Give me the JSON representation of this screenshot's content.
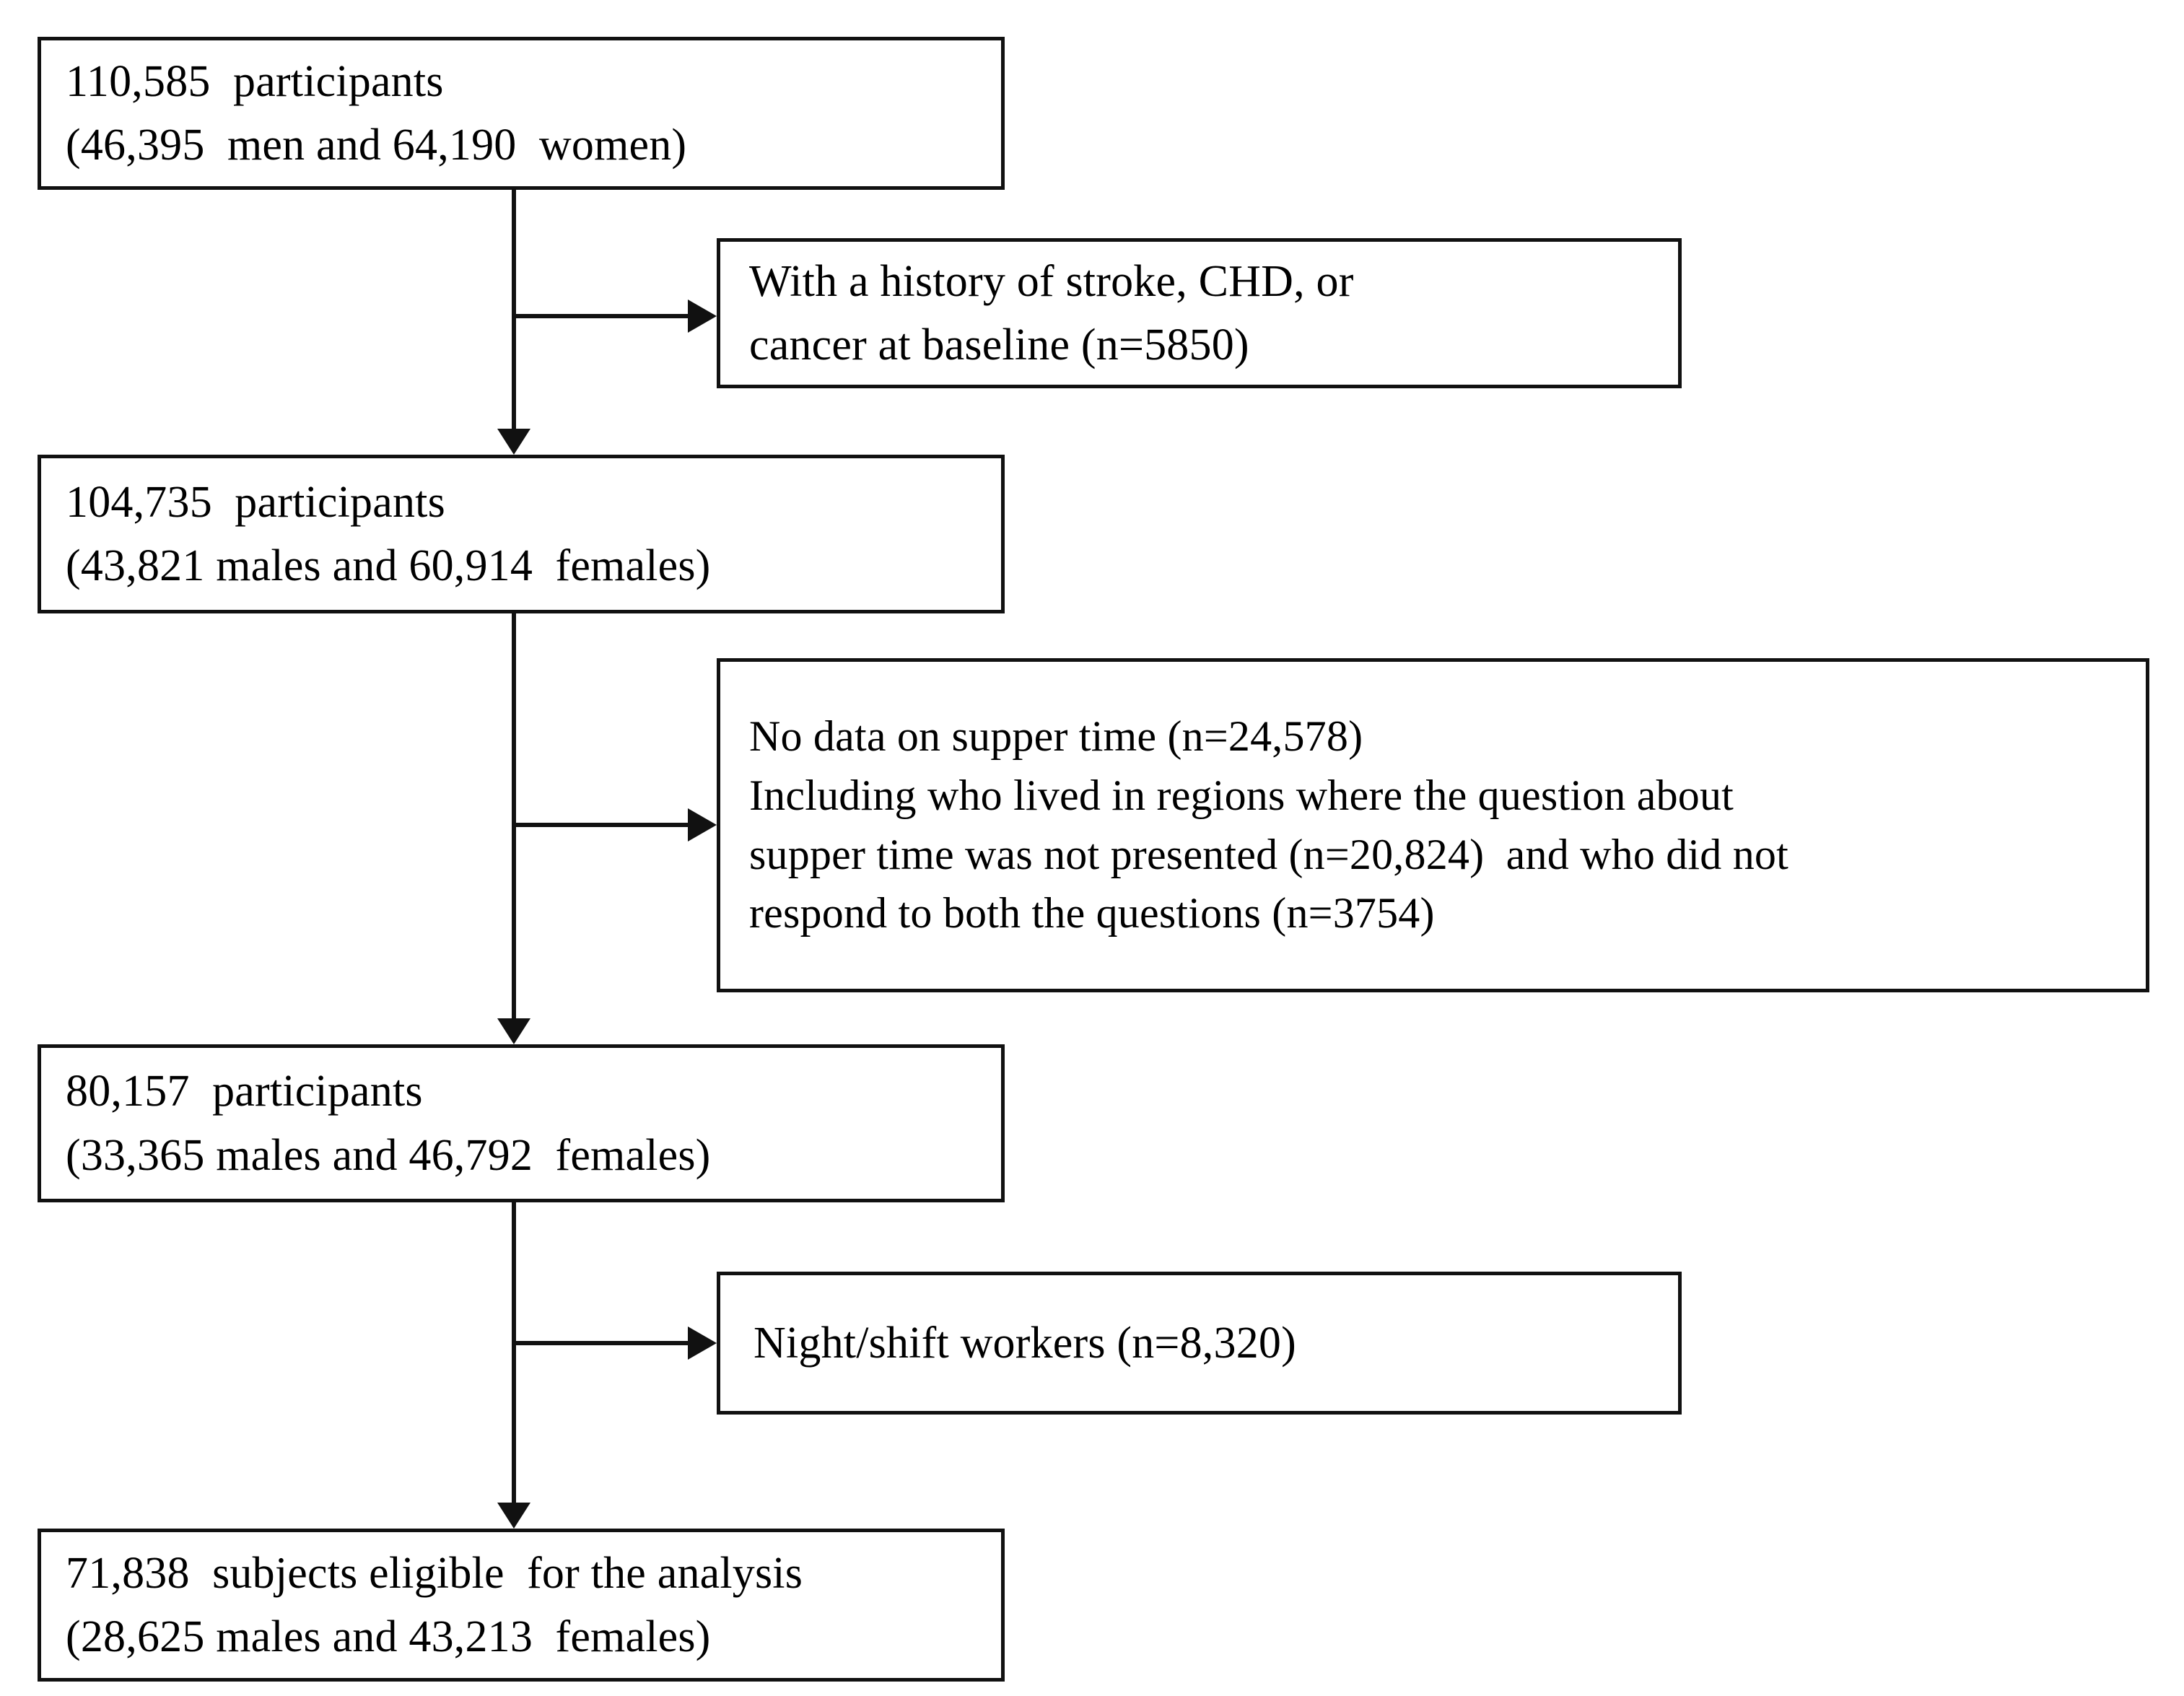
{
  "diagram": {
    "title": "Participant flow diagram",
    "type": "flowchart",
    "stroke_color": "#111111",
    "background_color": "#ffffff",
    "nodes": {
      "baseline": {
        "line1": "110,585  participants",
        "line2": "(46,395  men and 64,190  women)"
      },
      "exclusion_history": {
        "line1": "With a history of stroke, CHD, or",
        "line2": "cancer at baseline (n=5850)"
      },
      "after_history": {
        "line1": "104,735  participants",
        "line2": "(43,821 males and 60,914  females)"
      },
      "exclusion_supper": {
        "line1": "No data on supper time (n=24,578)",
        "line2": "Including who lived in regions where the question about",
        "line3": "supper time was not presented (n=20,824)  and who did not",
        "line4": "respond to both the questions (n=3754)"
      },
      "after_supper": {
        "line1": "80,157  participants",
        "line2": "(33,365 males and 46,792  females)"
      },
      "exclusion_night": {
        "line1": "Night/shift workers (n=8,320)"
      },
      "final": {
        "line1": "71,838  subjects eligible  for the analysis",
        "line2": "(28,625 males and 43,213  females)"
      }
    }
  }
}
